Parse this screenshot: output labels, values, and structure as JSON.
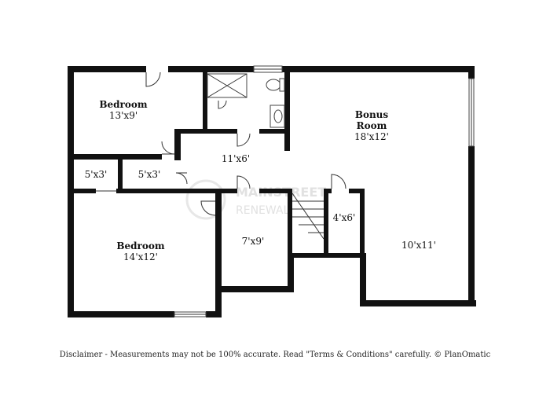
{
  "rooms": {
    "bedroom_top": {
      "name": "Bedroom",
      "size": "13'x9'"
    },
    "bonus": {
      "name_line1": "Bonus",
      "name_line2": "Room",
      "size": "18'x12'"
    },
    "hall": {
      "size": "11'x6'"
    },
    "closet_a": {
      "size": "5'x3'"
    },
    "closet_b": {
      "size": "5'x3'"
    },
    "bedroom_bottom": {
      "name": "Bedroom",
      "size": "14'x12'"
    },
    "room_7x9": {
      "size": "7'x9'"
    },
    "room_4x6": {
      "size": "4'x6'"
    },
    "room_10x11": {
      "size": "10'x11'"
    }
  },
  "watermark": {
    "line1": "MAINSTREET",
    "line2": "RENEWAL"
  },
  "disclaimer": "Disclaimer - Measurements may not be 100% accurate. Read \"Terms & Conditions\" carefully. © PlanOmatic",
  "colors": {
    "wall": "#111111",
    "background": "#ffffff",
    "watermark": "#c9c9c9"
  }
}
